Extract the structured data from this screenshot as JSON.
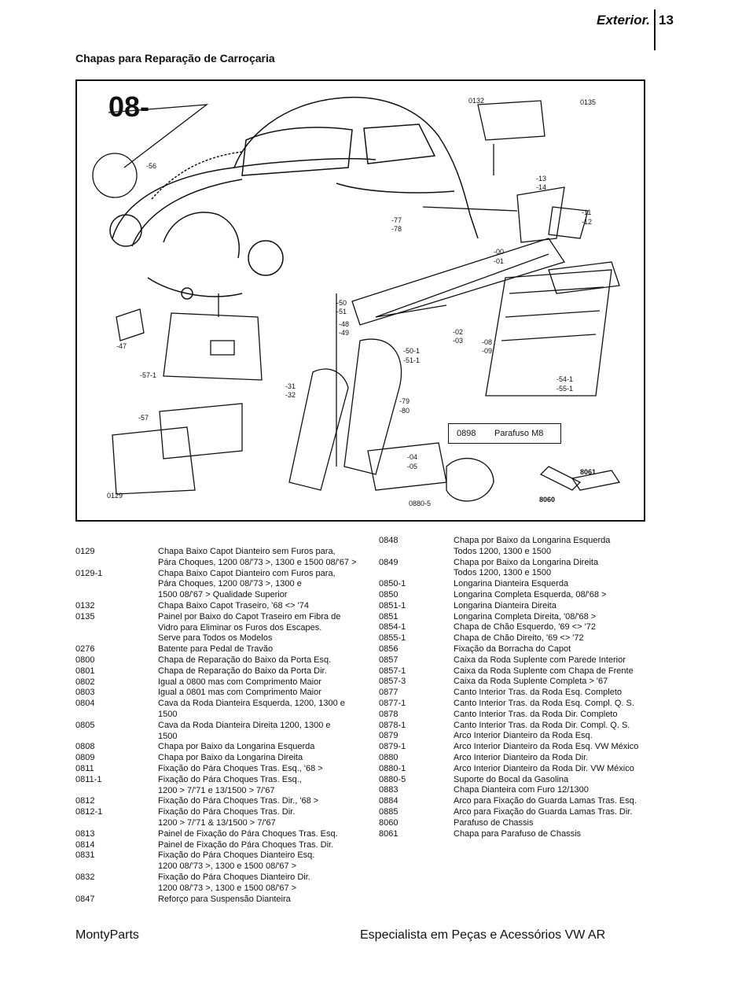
{
  "header": {
    "section": "Exterior.",
    "page": "13"
  },
  "subtitle": "Chapas para Reparação de Carroçaria",
  "figure": {
    "number": "08-",
    "legend": {
      "code": "0898",
      "label": "Parafuso M8"
    },
    "callouts": [
      "0132",
      "0135",
      "-56",
      "-13",
      "-14",
      "-11",
      "-12",
      "-77",
      "-78",
      "-00",
      "-01",
      "-50",
      "-51",
      "-48",
      "-49",
      "-02",
      "-03",
      "-08",
      "-09",
      "-50-1",
      "-51-1",
      "-47",
      "-57-1",
      "-31",
      "-32",
      "-54-1",
      "-55-1",
      "-79",
      "-80",
      "-57",
      "-04",
      "-05",
      "8061",
      "8060",
      "0129",
      "0880-5"
    ]
  },
  "parts_left": [
    {
      "code": "0129",
      "lines": [
        "Chapa Baixo Capot Dianteiro sem Furos para,",
        "Pára Choques, 1200 08/'73 >, 1300 e 1500 08/'67 >"
      ]
    },
    {
      "code": "0129-1",
      "lines": [
        "Chapa Baixo Capot Dianteiro com Furos para,",
        "Pára Choques, 1200 08/'73 >, 1300 e",
        "1500 08/'67 > Qualidade Superior"
      ]
    },
    {
      "code": "0132",
      "lines": [
        "Chapa Baixo Capot Traseiro, '68 <> '74"
      ]
    },
    {
      "code": "0135",
      "lines": [
        "Painel por Baixo do Capot Traseiro em Fibra de",
        "Vidro para Eliminar os Furos dos Escapes.",
        "Serve para Todos os Modelos"
      ]
    },
    {
      "code": "0276",
      "lines": [
        "Batente para Pedal de Travão"
      ]
    },
    {
      "code": "0800",
      "lines": [
        "Chapa de Reparação do Baixo da Porta Esq."
      ]
    },
    {
      "code": "0801",
      "lines": [
        "Chapa de Reparação do Baixo da Porta Dir."
      ]
    },
    {
      "code": "0802",
      "lines": [
        "Igual a 0800 mas com Comprimento Maior"
      ]
    },
    {
      "code": "0803",
      "lines": [
        "Igual a 0801 mas com Comprimento Maior"
      ]
    },
    {
      "code": "0804",
      "lines": [
        "Cava da Roda Dianteira Esquerda, 1200, 1300 e",
        "1500"
      ]
    },
    {
      "code": "0805",
      "lines": [
        "Cava da Roda Dianteira Direita 1200, 1300 e",
        "1500"
      ]
    },
    {
      "code": "0808",
      "lines": [
        "Chapa por Baixo da Longarina Esquerda"
      ]
    },
    {
      "code": "0809",
      "lines": [
        "Chapa por Baixo da Longarina Direita"
      ]
    },
    {
      "code": "0811",
      "lines": [
        "Fixação do Pára Choques Tras. Esq., '68 >"
      ]
    },
    {
      "code": "0811-1",
      "lines": [
        "Fixação do Pára Choques Tras. Esq.,",
        "1200 > 7/'71 e 13/1500 > 7/'67"
      ]
    },
    {
      "code": "0812",
      "lines": [
        "Fixação do Pára Choques Tras. Dir., '68 >"
      ]
    },
    {
      "code": "0812-1",
      "lines": [
        "Fixação do Pára Choques Tras. Dir.",
        "1200 > 7/'71 & 13/1500 > 7/'67"
      ]
    },
    {
      "code": "0813",
      "lines": [
        "Painel de Fixação do Pára Choques Tras. Esq."
      ]
    },
    {
      "code": "0814",
      "lines": [
        "Painel de Fixação do Pára Choques Tras. Dir."
      ]
    },
    {
      "code": "0831",
      "lines": [
        "Fixação do Pára Choques Dianteiro Esq.",
        "1200 08/'73 >, 1300 e 1500 08/'67 >"
      ]
    },
    {
      "code": "0832",
      "lines": [
        "Fixação do Pára Choques Dianteiro Dir.",
        "1200 08/'73 >, 1300 e 1500 08/'67 >"
      ]
    },
    {
      "code": "0847",
      "lines": [
        "Reforço para Suspensão Dianteira"
      ]
    }
  ],
  "parts_right": [
    {
      "code": "0848",
      "lines": [
        "Chapa por Baixo da Longarina Esquerda",
        "Todos 1200, 1300 e 1500"
      ]
    },
    {
      "code": "0849",
      "lines": [
        "Chapa por Baixo da Longarina Direita",
        "Todos 1200, 1300 e 1500"
      ]
    },
    {
      "code": "0850-1",
      "lines": [
        "Longarina Dianteira Esquerda"
      ]
    },
    {
      "code": "0850",
      "lines": [
        "Longarina Completa Esquerda, 08/'68 >"
      ]
    },
    {
      "code": "0851-1",
      "lines": [
        "Longarina Dianteira Direita"
      ]
    },
    {
      "code": "0851",
      "lines": [
        "Longarina Completa Direita, '08/'68 >"
      ]
    },
    {
      "code": "0854-1",
      "lines": [
        "Chapa de Chão Esquerdo, '69 <> '72"
      ]
    },
    {
      "code": "0855-1",
      "lines": [
        "Chapa de Chão Direito, '69 <> '72"
      ]
    },
    {
      "code": "0856",
      "lines": [
        "Fixação da Borracha do Capot"
      ]
    },
    {
      "code": "0857",
      "lines": [
        "Caixa da Roda Suplente com Parede Interior"
      ]
    },
    {
      "code": "0857-1",
      "lines": [
        "Caixa da Roda Suplente com Chapa de Frente"
      ]
    },
    {
      "code": "0857-3",
      "lines": [
        "Caixa da Roda Suplente Completa > '67"
      ]
    },
    {
      "code": "0877",
      "lines": [
        "Canto Interior Tras. da Roda Esq. Completo"
      ]
    },
    {
      "code": "0877-1",
      "lines": [
        "Canto Interior Tras. da Roda Esq. Compl. Q. S."
      ]
    },
    {
      "code": "0878",
      "lines": [
        "Canto Interior Tras. da Roda Dir. Completo"
      ]
    },
    {
      "code": "0878-1",
      "lines": [
        "Canto Interior Tras. da Roda Dir. Compl. Q. S."
      ]
    },
    {
      "code": "0879",
      "lines": [
        "Arco Interior Dianteiro da Roda Esq."
      ]
    },
    {
      "code": "0879-1",
      "lines": [
        "Arco Interior Dianteiro da Roda Esq. VW México"
      ]
    },
    {
      "code": "0880",
      "lines": [
        "Arco Interior Dianteiro da Roda Dir."
      ]
    },
    {
      "code": "0880-1",
      "lines": [
        "Arco Interior Dianteiro da Roda Dir. VW México"
      ]
    },
    {
      "code": "0880-5",
      "lines": [
        "Suporte do Bocal da Gasolina"
      ]
    },
    {
      "code": "0883",
      "lines": [
        "Chapa Dianteira com Furo 12/1300"
      ]
    },
    {
      "code": "0884",
      "lines": [
        "Arco para Fixação do Guarda Lamas Tras. Esq."
      ]
    },
    {
      "code": "0885",
      "lines": [
        "Arco para Fixação do Guarda Lamas Tras. Dir."
      ]
    },
    {
      "code": "8060",
      "lines": [
        "Parafuso de Chassis"
      ]
    },
    {
      "code": "8061",
      "lines": [
        "Chapa para Parafuso de Chassis"
      ]
    }
  ],
  "footer": {
    "brand": "MontyParts",
    "tagline": "Especialista em Peças e Acessórios VW AR"
  }
}
